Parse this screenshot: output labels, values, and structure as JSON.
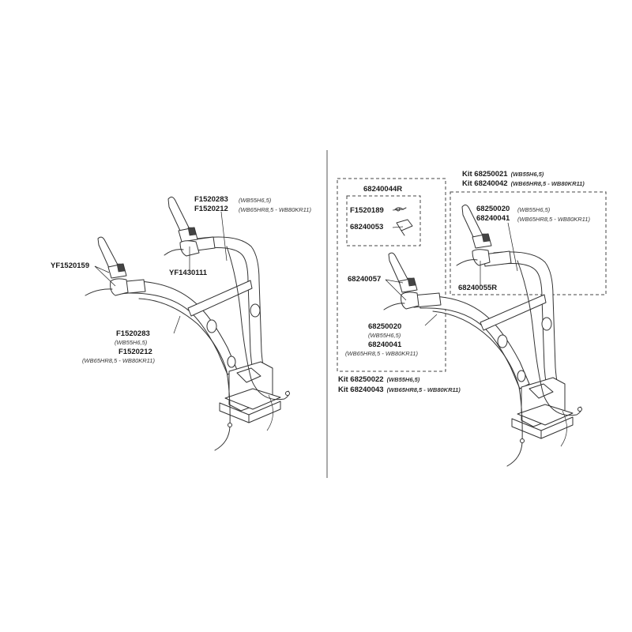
{
  "left_assembly": {
    "top_cable_pn": "F1520283",
    "top_cable_variant": "(WB55H6,5)",
    "top_cable_alt_pn": "F1520212",
    "top_cable_alt_variant": "(WB65HR8,5 - WB80KR11)",
    "left_lever_pn": "YF1520159",
    "clamp_pn": "YF1430111",
    "bottom_cable_pn": "F1520283",
    "bottom_cable_variant": "(WB55H6,5)",
    "bottom_cable_alt_pn": "F1520212",
    "bottom_cable_alt_variant": "(WB65HR8,5 - WB80KR11)"
  },
  "right_assembly": {
    "kit_right_line1": "Kit 68250021",
    "kit_right_line1_variant": "(WB55H6,5)",
    "kit_right_line2": "Kit 68240042",
    "kit_right_line2_variant": "(WB65HR8,5 - WB80KR11)",
    "kit_right_cable_pn": "68250020",
    "kit_right_cable_variant": "(WB55H6,5)",
    "kit_right_cable_alt_pn": "68240041",
    "kit_right_cable_alt_variant": "(WB65HR8,5 - WB80KR11)",
    "kit_right_lever_pn": "68240055R",
    "subkit_pn": "68240044R",
    "subkit_part1": "F1520189",
    "subkit_part2": "68240053",
    "left_lever_pn": "68240057",
    "left_cable_pn": "68250020",
    "left_cable_variant": "(WB55H6,5)",
    "left_cable_alt_pn": "68240041",
    "left_cable_alt_variant": "(WB65HR8,5 - WB80KR11)",
    "kit_left_line1": "Kit 68250022",
    "kit_left_line1_variant": "(WB55H6,5)",
    "kit_left_line2": "Kit 68240043",
    "kit_left_line2_variant": "(WB65HR8,5 - WB80KR11)"
  },
  "colors": {
    "line": "#333333",
    "fill": "#ffffff",
    "shade": "#888888"
  }
}
